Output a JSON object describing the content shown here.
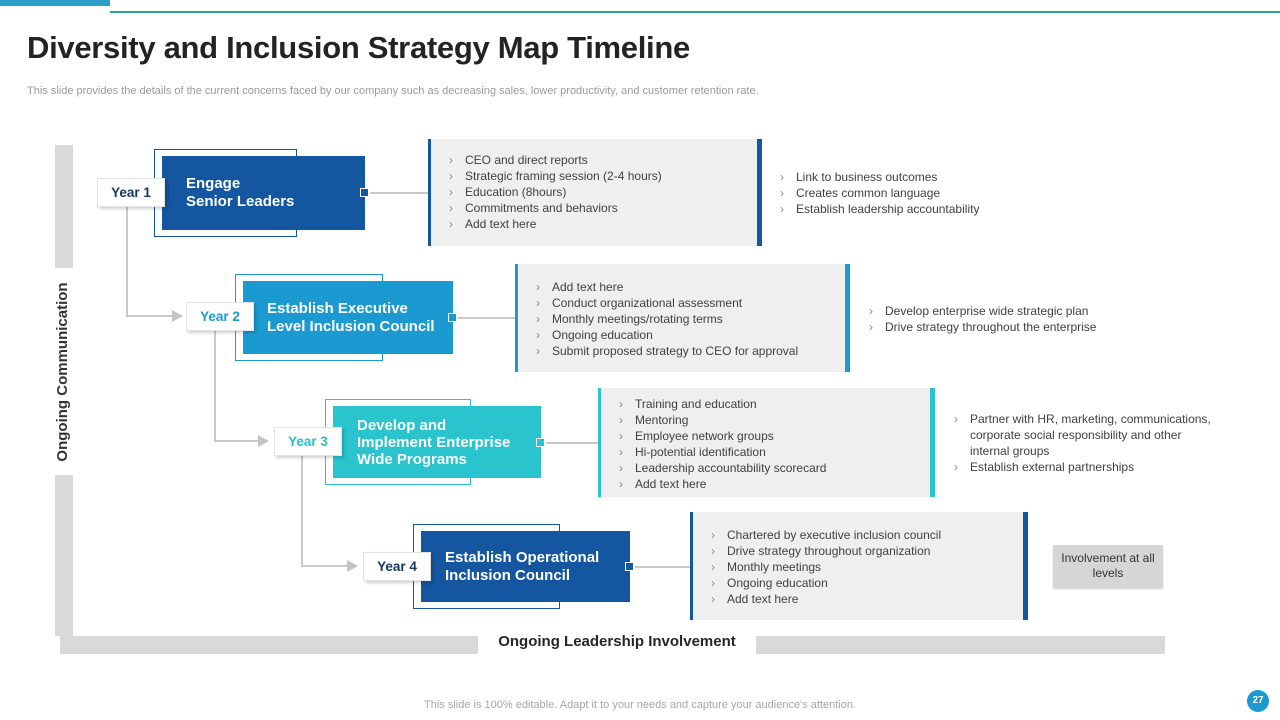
{
  "slide": {
    "title": "Diversity and Inclusion Strategy Map Timeline",
    "subtitle": "This slide provides the details of the current concerns faced by our company such as decreasing sales, lower productivity, and customer retention rate.",
    "footer": "This slide is 100% editable.  Adapt it to your needs and capture your audience's attention.",
    "page_number": "27"
  },
  "rails": {
    "vertical_label": "Ongoing Communication",
    "horizontal_label": "Ongoing Leadership Involvement"
  },
  "glyphs": {
    "bullet": "›"
  },
  "colors": {
    "dark_blue": "#1456A0",
    "bright_blue": "#1B9AD2",
    "cyan": "#29C4CE",
    "navy_text": "#17365D",
    "list_panel_bg": "#EFEFEF",
    "rail_gray": "#D9D9D9",
    "connector_gray": "#C9C9C9",
    "top_bar": "#2E9DC7",
    "top_line": "#2AA59E"
  },
  "rows": [
    {
      "year": "Year 1",
      "title_lines": [
        "Engage",
        "Senior Leaders"
      ],
      "bullets": [
        "CEO and direct reports",
        "Strategic framing  session (2-4 hours)",
        "Education (8hours)",
        "Commitments  and behaviors",
        "Add text here"
      ],
      "side_bullets": [
        "Link to business outcomes",
        "Creates  common  language",
        "Establish leadership  accountability"
      ]
    },
    {
      "year": "Year 2",
      "title_lines": [
        "Establish Executive",
        "Level Inclusion Council"
      ],
      "bullets": [
        "Add text here",
        "Conduct  organizational  assessment",
        "Monthly meetings/rotating  terms",
        "Ongoing  education",
        "Submit  proposed  strategy  to CEO for approval"
      ],
      "side_bullets": [
        "Develop  enterprise  wide  strategic  plan",
        "Drive  strategy  throughout  the  enterprise"
      ]
    },
    {
      "year": "Year 3",
      "title_lines": [
        "Develop and",
        "Implement Enterprise",
        "Wide Programs"
      ],
      "bullets": [
        "Training  and education",
        "Mentoring",
        "Employee  network  groups",
        "Hi-potential  identification",
        "Leadership  accountability  scorecard",
        "Add text here"
      ],
      "side_bullets": [
        "Partner with HR,  marketing, communications,  corporate  social responsibility and  other  internal groups",
        "Establish external  partnerships"
      ]
    },
    {
      "year": "Year 4",
      "title_lines": [
        "Establish Operational",
        "Inclusion Council"
      ],
      "bullets": [
        "Chartered  by executive  inclusion  council",
        "Drive  strategy  throughout  organization",
        "Monthly meetings",
        "Ongoing  education",
        "Add text here"
      ],
      "note": "Involvement  at all levels"
    }
  ]
}
